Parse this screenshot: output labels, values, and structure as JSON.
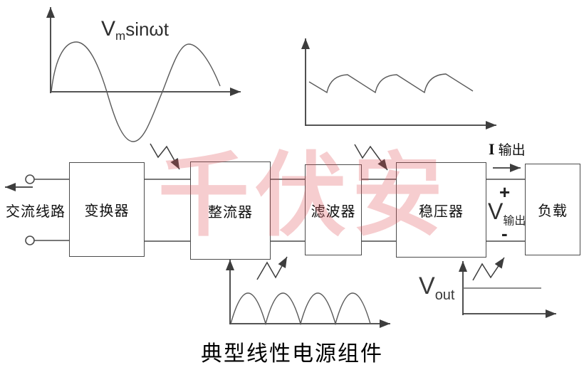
{
  "title": "典型线性电源组件",
  "watermark": "千伏安",
  "input": {
    "label": "交流线路"
  },
  "blocks": [
    {
      "label": "变换器"
    },
    {
      "label": "整流器"
    },
    {
      "label": "滤波器"
    },
    {
      "label": "稳压器"
    },
    {
      "label": "负载"
    }
  ],
  "waveforms": {
    "ac": {
      "symbol": "V",
      "subscript": "m",
      "suffix": "sinωt"
    },
    "regulated": {
      "symbol": "V",
      "subscript": "out"
    }
  },
  "output": {
    "current_symbol": "I",
    "current_label": "输出",
    "voltage_symbol": "V",
    "voltage_label": "输出",
    "plus": "+",
    "minus": "-"
  },
  "colors": {
    "line": "#3d3d3d",
    "watermark": "#de4d54"
  }
}
